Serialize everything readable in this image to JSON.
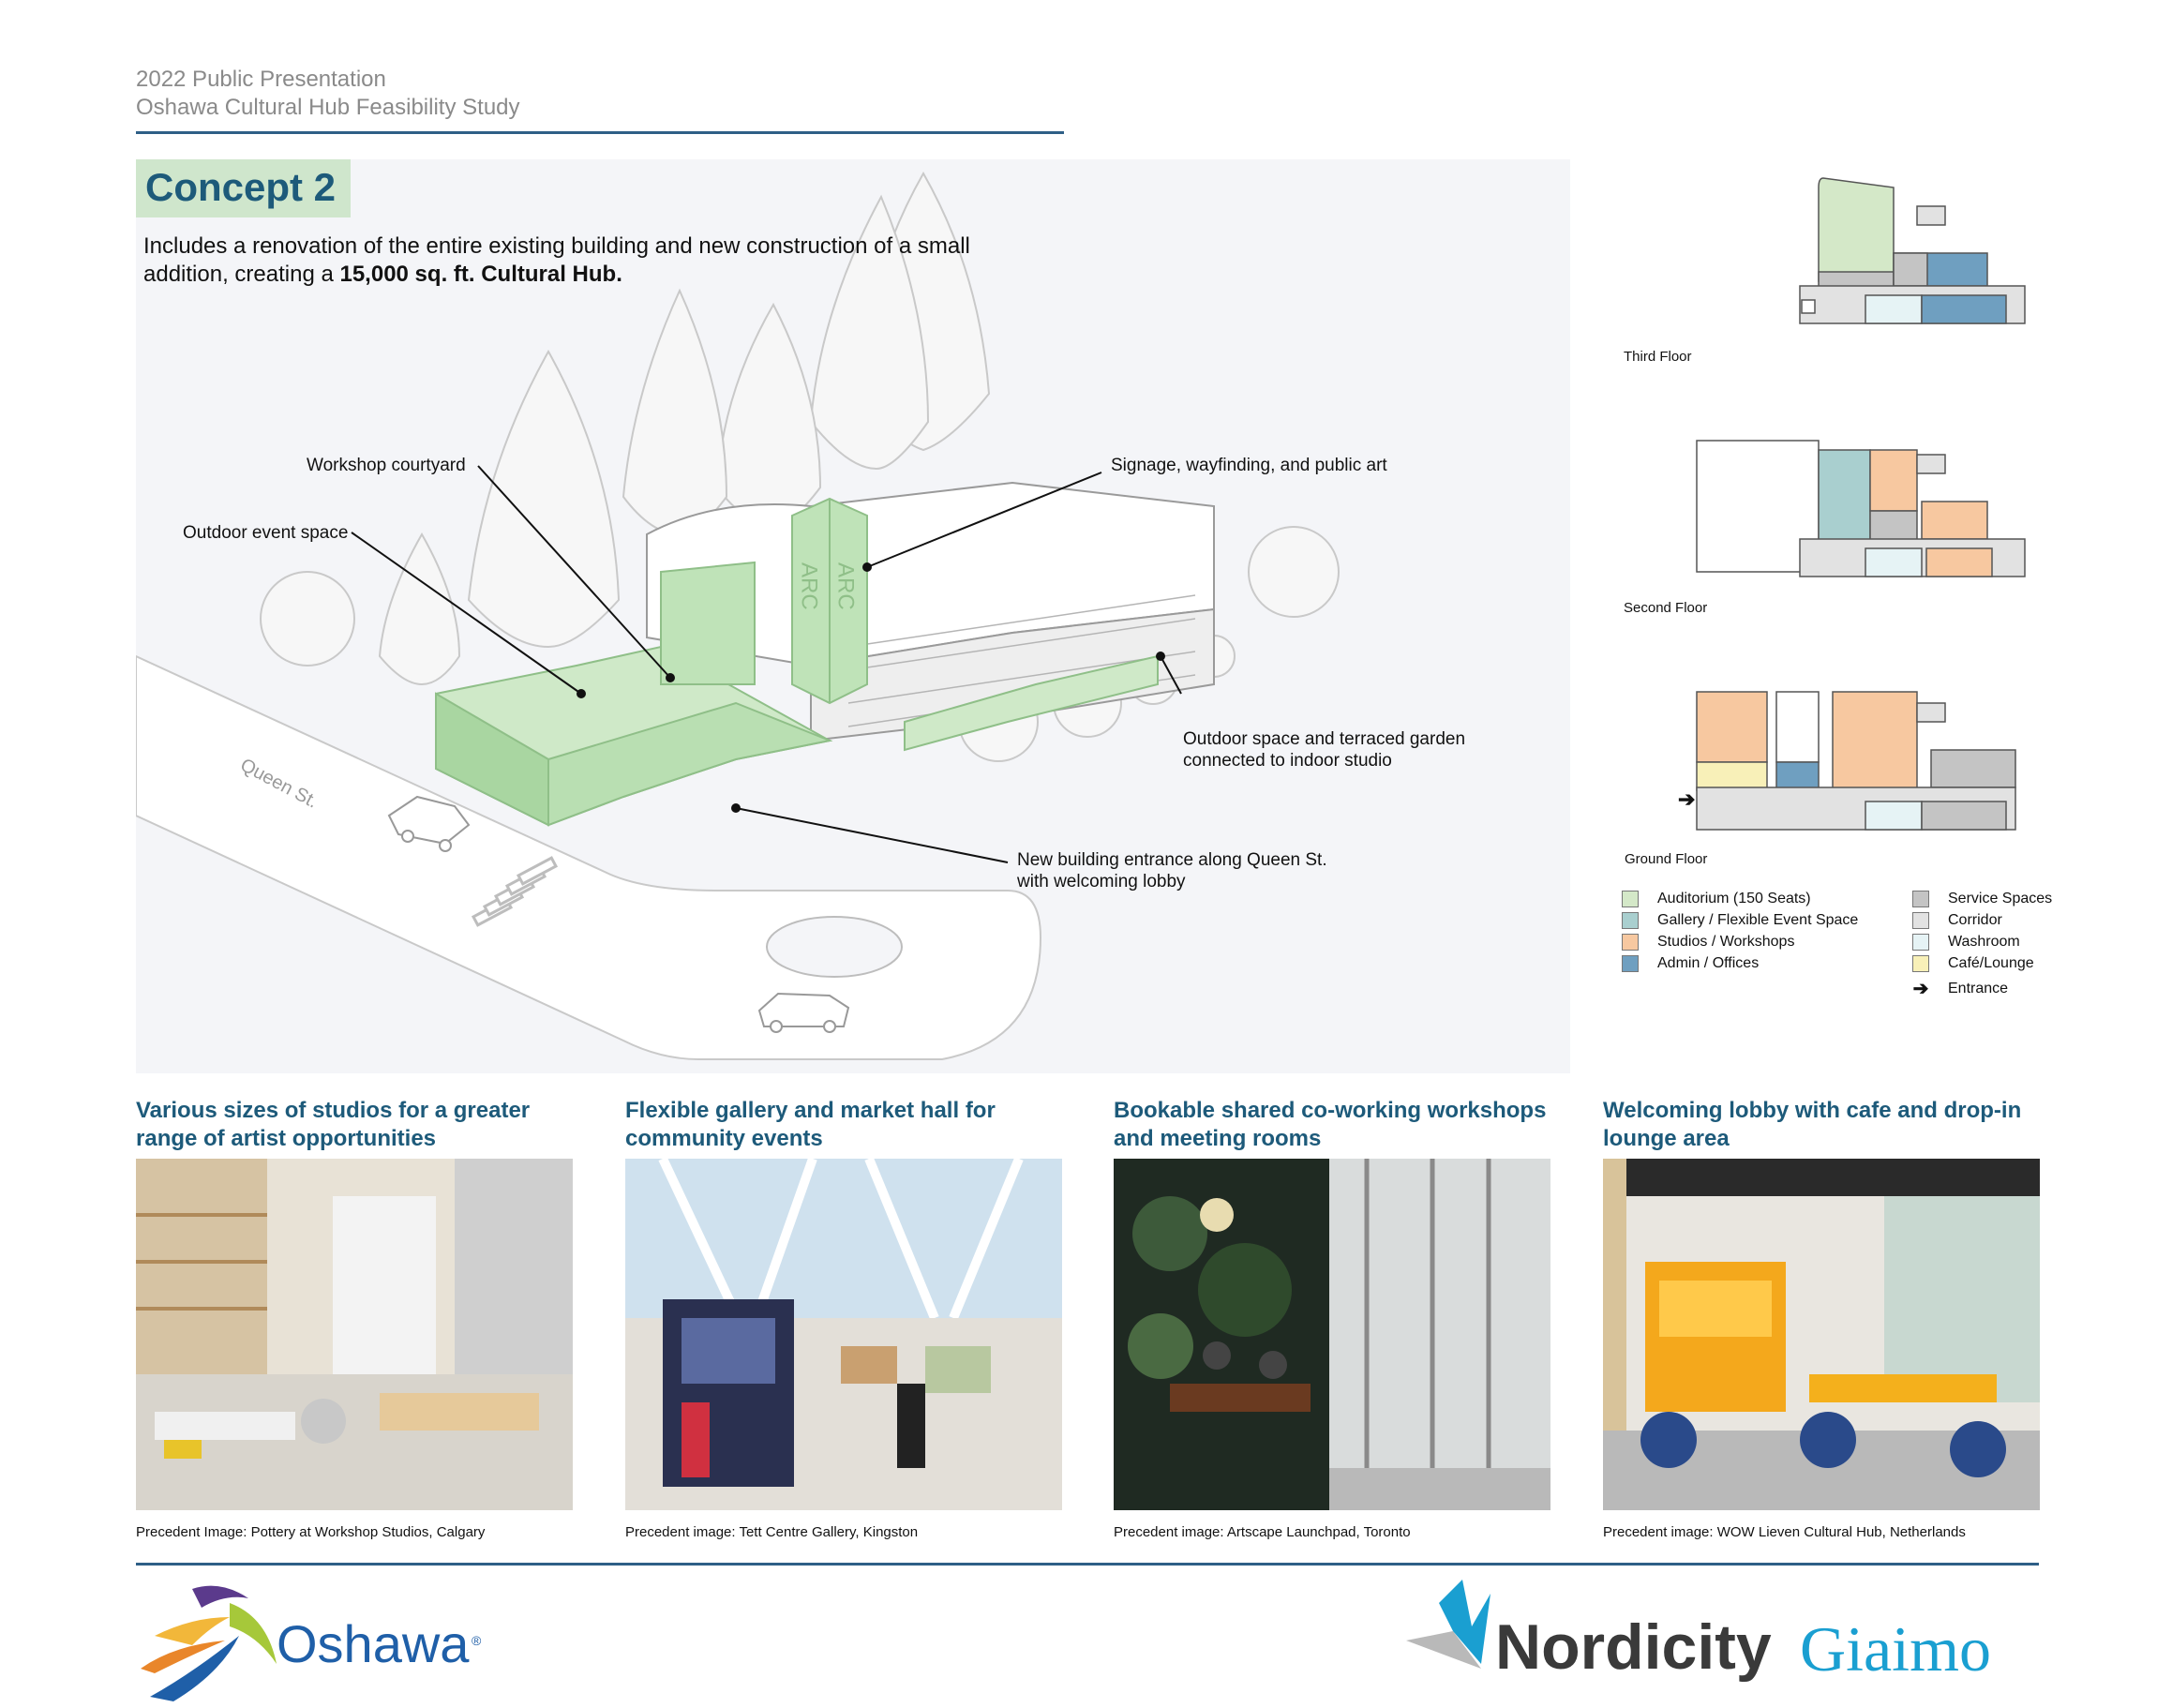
{
  "header": {
    "line1": "2022 Public Presentation",
    "line2": "Oshawa Cultural Hub Feasibility Study"
  },
  "concept": {
    "title": "Concept 2",
    "description_part1": "Includes a renovation of the entire existing building and new construction of a small addition, creating a ",
    "description_bold": "15,000 sq. ft. Cultural Hub."
  },
  "illustration": {
    "street_label": "Queen St.",
    "tower_letters": "ARC",
    "callouts": {
      "workshop_courtyard": "Workshop courtyard",
      "outdoor_event_space": "Outdoor event space",
      "signage": "Signage, wayfinding, and public art",
      "outdoor_garden": "Outdoor space and terraced garden\nconnected to indoor studio",
      "new_entrance": "New building entrance along Queen St.\nwith welcoming lobby"
    }
  },
  "floor_plans": {
    "third": "Third Floor",
    "second": "Second Floor",
    "ground": "Ground Floor"
  },
  "legend": {
    "items": [
      {
        "label": "Auditorium (150 Seats)",
        "color": "#d4e8c8"
      },
      {
        "label": "Gallery / Flexible Event Space",
        "color": "#a9cfcf"
      },
      {
        "label": "Studios / Workshops",
        "color": "#f7c8a0"
      },
      {
        "label": "Admin / Offices",
        "color": "#6f9fc0"
      },
      {
        "label": "Service Spaces",
        "color": "#c4c4c4"
      },
      {
        "label": "Corridor",
        "color": "#e2e2e2"
      },
      {
        "label": "Washroom",
        "color": "#e6f3f5"
      },
      {
        "label": "Café/Lounge",
        "color": "#f8f0b8"
      },
      {
        "label": "Entrance",
        "icon": "entrance-arrow-icon"
      }
    ]
  },
  "precedents": [
    {
      "title": "Various sizes of studios for a greater range of artist opportunities",
      "caption": "Precedent Image: Pottery at Workshop Studios, Calgary"
    },
    {
      "title": "Flexible gallery and  market hall for community events",
      "caption": "Precedent image: Tett Centre Gallery, Kingston"
    },
    {
      "title": "Bookable shared co-working workshops and meeting rooms",
      "caption": "Precedent image: Artscape Launchpad, Toronto"
    },
    {
      "title": "Welcoming lobby with cafe and drop-in lounge area",
      "caption": "Precedent image: WOW Lieven Cultural Hub, Netherlands"
    }
  ],
  "logos": {
    "oshawa": "Oshawa",
    "oshawa_mark": "®",
    "nordicity": "Nordicity",
    "giaimo": "Giaimo"
  },
  "colors": {
    "accent_blue": "#1d5a7a",
    "rule_blue": "#2e5f86",
    "green_highlight": "#cfe6cc",
    "giaimo_blue": "#1a9fd1"
  }
}
